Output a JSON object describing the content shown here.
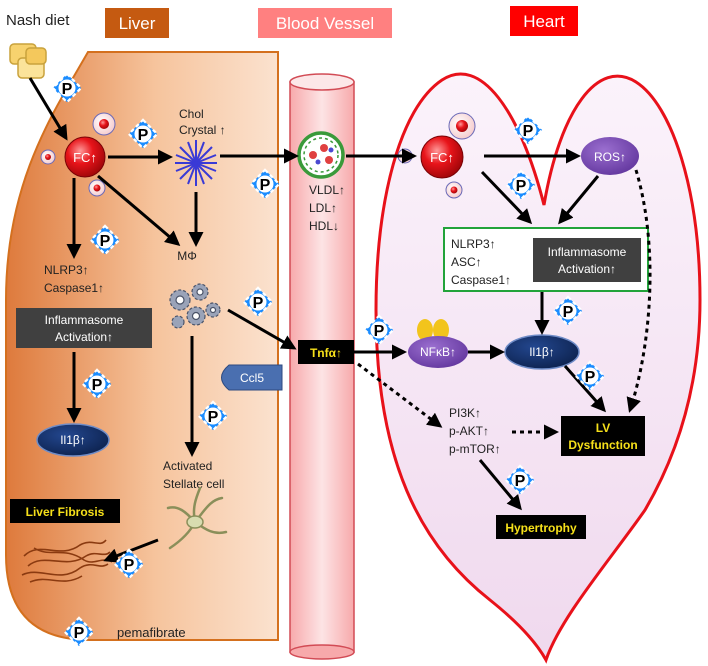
{
  "sections": {
    "nash": "Nash diet",
    "liver": "Liver",
    "vessel": "Blood Vessel",
    "heart": "Heart"
  },
  "liver": {
    "fc": "FC↑",
    "chol_line1": "Chol",
    "chol_line2": "Crystal ↑",
    "mphi": "MΦ",
    "nlrp3": "NLRP3↑",
    "caspase1": "Caspase1↑",
    "inflammasome_line1": "Inflammasome",
    "inflammasome_line2": "Activation↑",
    "il1b": "Il1β↑",
    "ccl5": "Ccl5",
    "stellate_line1": "Activated",
    "stellate_line2": "Stellate cell",
    "fibrosis": "Liver Fibrosis"
  },
  "vessel": {
    "vldl": "VLDL↑",
    "ldl": "LDL↑",
    "hdl": "HDL↓",
    "tnfa": "Tnfα↑"
  },
  "heart": {
    "fc": "FC↑",
    "ros": "ROS↑",
    "nlrp3": "NLRP3↑",
    "asc": "ASC↑",
    "caspase1": "Caspase1↑",
    "inflammasome_line1": "Inflammasome",
    "inflammasome_line2": "Activation↑",
    "nfkb": "NFκB↑",
    "il1b": "Il1β↑",
    "pi3k": "PI3K↑",
    "pakt": "p-AKT↑",
    "pmtor": "p-mTOR↑",
    "lv_line1": "LV",
    "lv_line2": "Dysfunction",
    "hypertrophy": "Hypertrophy"
  },
  "legend": {
    "symbol": "P",
    "label": "pemafibrate"
  },
  "colors": {
    "liver_title_bg": "#c55a11",
    "vessel_title_bg": "#ff8080",
    "heart_title_bg": "#ff0000",
    "pemafibrate_fill": "#1a8cff",
    "heart_outline": "#e8111a"
  }
}
